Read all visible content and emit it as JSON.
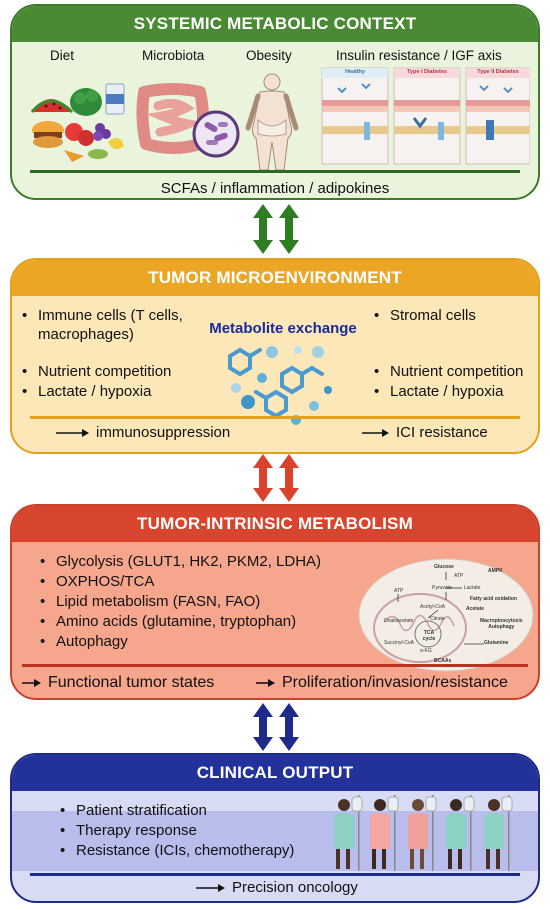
{
  "panel1": {
    "title": "SYSTEMIC METABOLIC CONTEXT",
    "labels": [
      "Diet",
      "Microbiota",
      "Obesity",
      "Insulin resistance / IGF axis"
    ],
    "insulin_tiles": [
      "Healthy",
      "Type I Diabetes",
      "Type II Diabetes"
    ],
    "footer": "SCFAs / inflammation / adipokines"
  },
  "panel2": {
    "title": "TUMOR MICROENVIRONMENT",
    "left_bullets": [
      "Immune cells (T cells,\nmacrophages)",
      "Nutrient competition",
      "Lactate / hypoxia"
    ],
    "center_label": "Metabolite exchange",
    "right_bullets": [
      "Stromal cells",
      "Nutrient competition",
      "Lactate / hypoxia"
    ],
    "outcome_left": "immunosuppression",
    "outcome_right": "ICI resistance"
  },
  "panel3": {
    "title": "TUMOR-INTRINSIC METABOLISM",
    "bullets": [
      "Glycolysis (GLUT1, HK2, PKM2, LDHA)",
      "OXPHOS/TCA",
      "Lipid metabolism (FASN, FAO)",
      "Amino acids (glutamine, tryptophan)",
      "Autophagy"
    ],
    "diagram_labels": [
      "Glucose",
      "ATP",
      "Pyruvate",
      "Lactate",
      "AMPK",
      "Fatty acid oxidation",
      "Acetyl-CoA",
      "Acetate",
      "ATP",
      "Oxaloacetate",
      "Citrate",
      "TCA cycle",
      "Macropinocytosis\nAutophagy",
      "Succinyl-CoA",
      "α-KG",
      "Glutamine",
      "BCAAs"
    ],
    "outcome_left": "Functional tumor states",
    "outcome_right": "Proliferation/invasion/resistance"
  },
  "panel4": {
    "title": "CLINICAL OUTPUT",
    "bullets": [
      "Patient stratification",
      "Therapy response",
      "Resistance (ICIs, chemotherapy)"
    ],
    "outcome": "Precision oncology"
  },
  "colors": {
    "green": "#4a8a34",
    "orange": "#eba626",
    "red": "#d8452e",
    "navy": "#23319a",
    "metabolite_text": "#1a2a9a"
  },
  "icons": [
    "food-icon",
    "intestine-icon",
    "bacteria-icon",
    "body-icon",
    "insulin-receptor-icon",
    "molecule-icon",
    "mitochondria-icon",
    "patient-icon",
    "iv-drip-icon"
  ]
}
